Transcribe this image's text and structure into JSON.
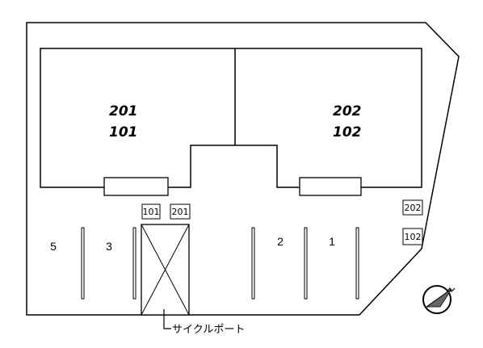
{
  "buildings": {
    "left": {
      "upper": "201",
      "lower": "101"
    },
    "right": {
      "upper": "202",
      "lower": "102"
    }
  },
  "mailbox_labels": {
    "left_a": "101",
    "left_b": "201",
    "right_a": "202",
    "right_b": "102"
  },
  "parking_spaces": {
    "p5": "5",
    "p3": "3",
    "p2": "2",
    "p1": "1"
  },
  "legend": {
    "cycle_port": "サイクルポート"
  },
  "icons": {
    "compass": "north-compass-icon"
  }
}
